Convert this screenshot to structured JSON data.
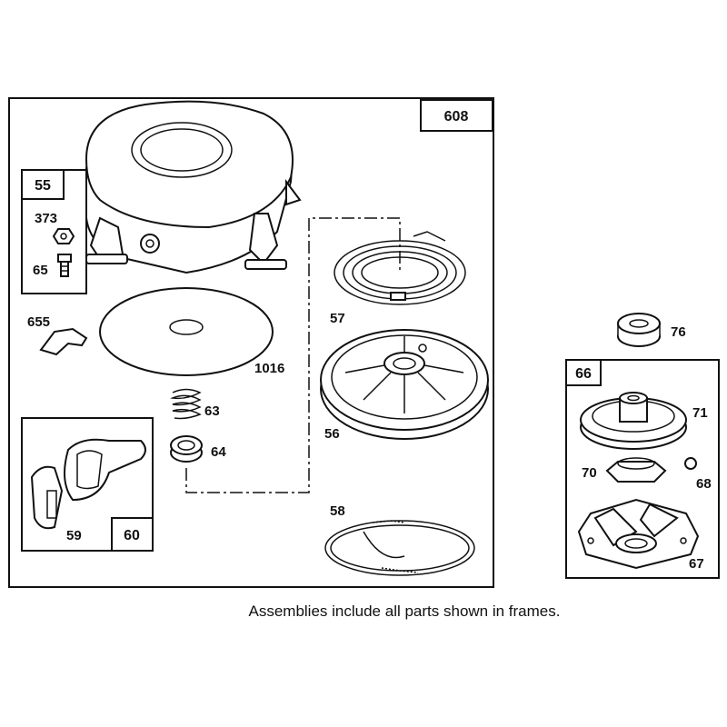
{
  "callouts": {
    "p608": "608",
    "p55": "55",
    "p373": "373",
    "p65": "65",
    "p655": "655",
    "p1016": "1016",
    "p57": "57",
    "p56": "56",
    "p63": "63",
    "p64": "64",
    "p58": "58",
    "p59": "59",
    "p60": "60",
    "p76": "76",
    "p66": "66",
    "p71": "71",
    "p70": "70",
    "p68": "68",
    "p67": "67"
  },
  "caption": "Assemblies include all parts shown in frames."
}
